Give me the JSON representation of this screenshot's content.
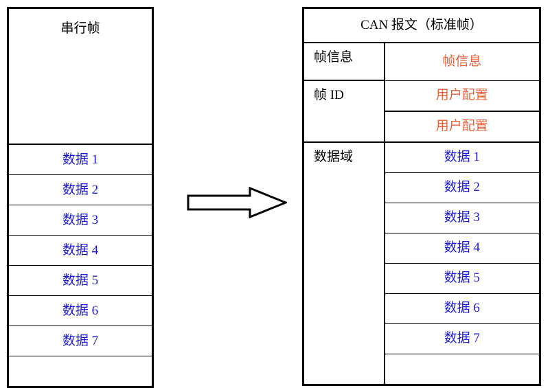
{
  "diagram": {
    "title_left": "串行帧",
    "title_right": "CAN 报文（标准帧）",
    "arrow": "right-arrow",
    "colors": {
      "black": "#000000",
      "blue": "#1c18d8",
      "orange": "#e8623a",
      "border": "#000000",
      "background": "#ffffff"
    }
  },
  "serial_frame": {
    "header": "串行帧",
    "rows": [
      {
        "label": "数据 1",
        "color": "blue"
      },
      {
        "label": "数据 2",
        "color": "blue"
      },
      {
        "label": "数据 3",
        "color": "blue"
      },
      {
        "label": "数据 4",
        "color": "blue"
      },
      {
        "label": "数据 5",
        "color": "blue"
      },
      {
        "label": "数据 6",
        "color": "blue"
      },
      {
        "label": "数据 7",
        "color": "blue"
      },
      {
        "label": "",
        "color": "black"
      }
    ]
  },
  "can_frame": {
    "header": "CAN 报文（标准帧）",
    "sections": [
      {
        "name": "帧信息",
        "rowspan": 1
      },
      {
        "name": "帧 ID",
        "rowspan": 2
      },
      {
        "name": "数据域",
        "rowspan": 8
      }
    ],
    "values": [
      {
        "label": "帧信息",
        "color": "orange"
      },
      {
        "label": "用户配置",
        "color": "orange"
      },
      {
        "label": "用户配置",
        "color": "orange"
      },
      {
        "label": "数据 1",
        "color": "blue"
      },
      {
        "label": "数据 2",
        "color": "blue"
      },
      {
        "label": "数据 3",
        "color": "blue"
      },
      {
        "label": "数据 4",
        "color": "blue"
      },
      {
        "label": "数据 5",
        "color": "blue"
      },
      {
        "label": "数据 6",
        "color": "blue"
      },
      {
        "label": "数据 7",
        "color": "blue"
      },
      {
        "label": "",
        "color": "black"
      }
    ]
  }
}
